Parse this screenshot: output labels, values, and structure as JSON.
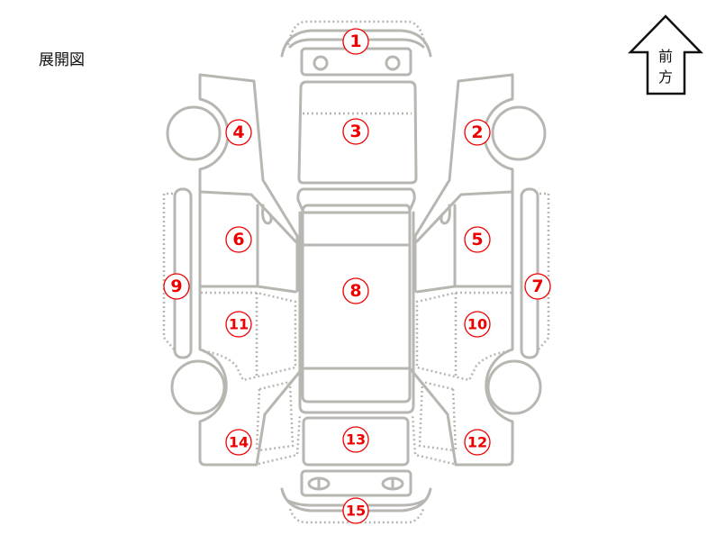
{
  "title": "展開図",
  "direction": {
    "line1": "前",
    "line2": "方"
  },
  "labels": [
    "1",
    "2",
    "3",
    "4",
    "5",
    "6",
    "7",
    "8",
    "9",
    "10",
    "11",
    "12",
    "13",
    "14",
    "15"
  ],
  "colors": {
    "outline": "#b8b6b0",
    "label": "#ee0000"
  }
}
